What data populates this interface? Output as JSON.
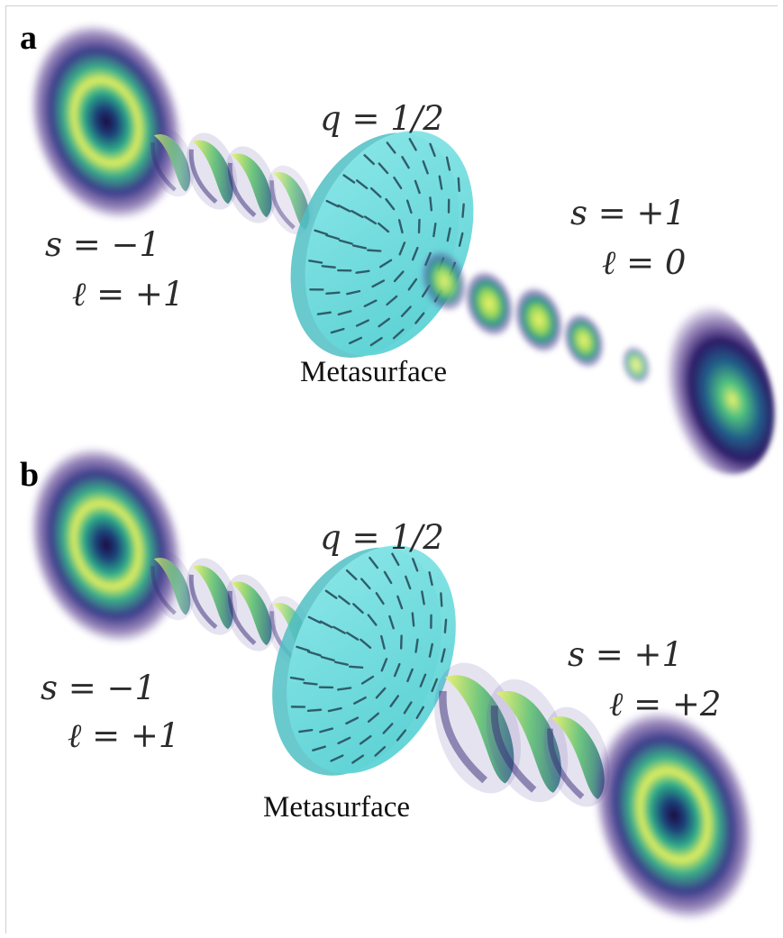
{
  "panels": [
    {
      "letter": "a",
      "q": "q = 1/2",
      "input_s": "s = −1",
      "input_l": "ℓ = +1",
      "output_s": "s = +1",
      "output_l": "ℓ = 0",
      "label": "Metasurface"
    },
    {
      "letter": "b",
      "q": "q = 1/2",
      "input_s": "s = −1",
      "input_l": "ℓ = +1",
      "output_s": "s = +1",
      "output_l": "ℓ = +2",
      "label": "Metasurface"
    }
  ],
  "colors": {
    "beam_center": "#2a0d5a",
    "beam_ring": "#e8f05a",
    "beam_mid": "#2ca58d",
    "beam_edge": "#3b2a7a",
    "metasurface": "#6fdede"
  }
}
